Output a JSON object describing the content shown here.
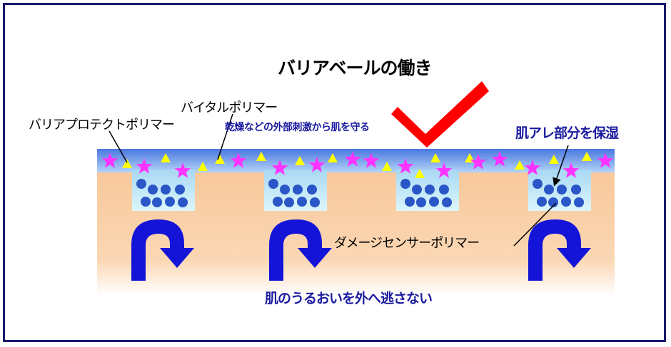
{
  "title": "バリアベールの働き",
  "labels": {
    "barrier_protect_polymer": "バリアプロテクトポリマー",
    "vital_polymer": "バイタルポリマー",
    "protect_from_stimuli": "乾燥などの外部刺激から肌を守る",
    "moisturize_allergy": "肌アレ部分を保湿",
    "damage_sensor_polymer": "ダメージセンサーポリマー",
    "keep_moisture": "肌のうるおいを外へ逃さない"
  },
  "colors": {
    "frame_border": "#1a1a6e",
    "skin": "#f8c89a",
    "barrier_top": "#4a78e0",
    "barrier_bottom": "#a8ccf4",
    "pocket": "#c8f0f8",
    "dot": "#2a56c8",
    "star": "#ff33ff",
    "triangle": "#ffff00",
    "curl_arrow": "#1414d8",
    "check_mark": "#ff0000",
    "label_blue": "#1a1aa0"
  },
  "icons": [
    "star-icon",
    "triangle-icon",
    "check-mark-icon",
    "curl-arrow-icon",
    "pointer-arrow-icon"
  ]
}
